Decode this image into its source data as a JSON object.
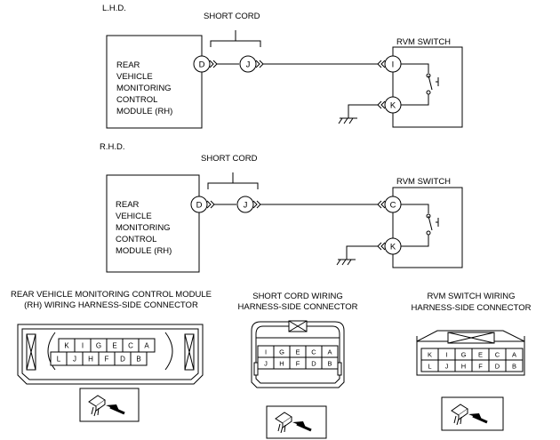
{
  "lhd": {
    "region_label": "L.H.D.",
    "short_cord_label": "SHORT CORD",
    "module_lines": [
      "REAR",
      "VEHICLE",
      "MONITORING",
      "CONTROL",
      "MODULE (RH)"
    ],
    "pins": {
      "module": "D",
      "cord": "J",
      "switch_top": "I",
      "switch_bottom": "K"
    },
    "switch_label": "RVM SWITCH"
  },
  "rhd": {
    "region_label": "R.H.D.",
    "short_cord_label": "SHORT CORD",
    "module_lines": [
      "REAR",
      "VEHICLE",
      "MONITORING",
      "CONTROL",
      "MODULE (RH)"
    ],
    "pins": {
      "module": "D",
      "cord": "J",
      "switch_top": "C",
      "switch_bottom": "K"
    },
    "switch_label": "RVM SWITCH"
  },
  "connectors": {
    "module": {
      "caption": [
        "REAR VEHICLE MONITORING CONTROL MODULE",
        "(RH) WIRING HARNESS-SIDE CONNECTOR"
      ],
      "top_row": [
        "K",
        "I",
        "G",
        "E",
        "C",
        "A"
      ],
      "bottom_row": [
        "L",
        "J",
        "H",
        "F",
        "D",
        "B"
      ]
    },
    "short_cord": {
      "caption": [
        "SHORT CORD WIRING",
        "HARNESS-SIDE CONNECTOR"
      ],
      "top_row": [
        "I",
        "G",
        "E",
        "C",
        "A"
      ],
      "bottom_row": [
        "J",
        "H",
        "F",
        "D",
        "B"
      ]
    },
    "switch": {
      "caption": [
        "RVM SWITCH WIRING",
        "HARNESS-SIDE CONNECTOR"
      ],
      "top_row": [
        "K",
        "I",
        "G",
        "E",
        "C",
        "A"
      ],
      "bottom_row": [
        "L",
        "J",
        "H",
        "F",
        "D",
        "B"
      ]
    }
  }
}
